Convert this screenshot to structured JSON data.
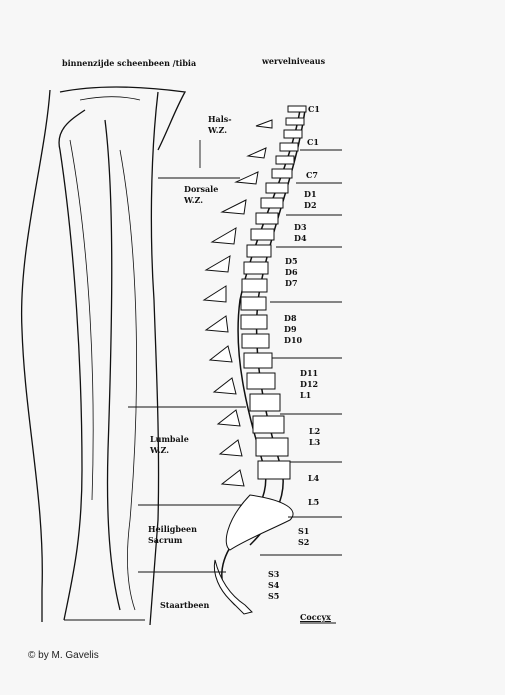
{
  "header": {
    "left_title": "binnenzijde scheenbeen /tibia",
    "right_title": "wervelniveaus"
  },
  "regions": {
    "hals": [
      "Hals-",
      "W.Z."
    ],
    "dorsale": [
      "Dorsale",
      "W.Z."
    ],
    "lumbale": [
      "Lumbale",
      "W.Z."
    ],
    "heiligbeen": [
      "Heiligbeen",
      "Sacrum"
    ],
    "staartbeen": "Staartbeen"
  },
  "levels": {
    "c1a": "C1",
    "c1b": "C1",
    "c7": "C7",
    "d1": "D1",
    "d2": "D2",
    "d3": "D3",
    "d4": "D4",
    "d5": "D5",
    "d6": "D6",
    "d7": "D7",
    "d8": "D8",
    "d9": "D9",
    "d10": "D10",
    "d11": "D11",
    "d12": "D12",
    "l1": "L1",
    "l2": "L2",
    "l3": "L3",
    "l4": "L4",
    "l5": "L5",
    "s1": "S1",
    "s2": "S2",
    "s3": "S3",
    "s4": "S4",
    "s5": "S5",
    "coccyx": "Coccyx"
  },
  "credit": "© by M. Gavelis"
}
